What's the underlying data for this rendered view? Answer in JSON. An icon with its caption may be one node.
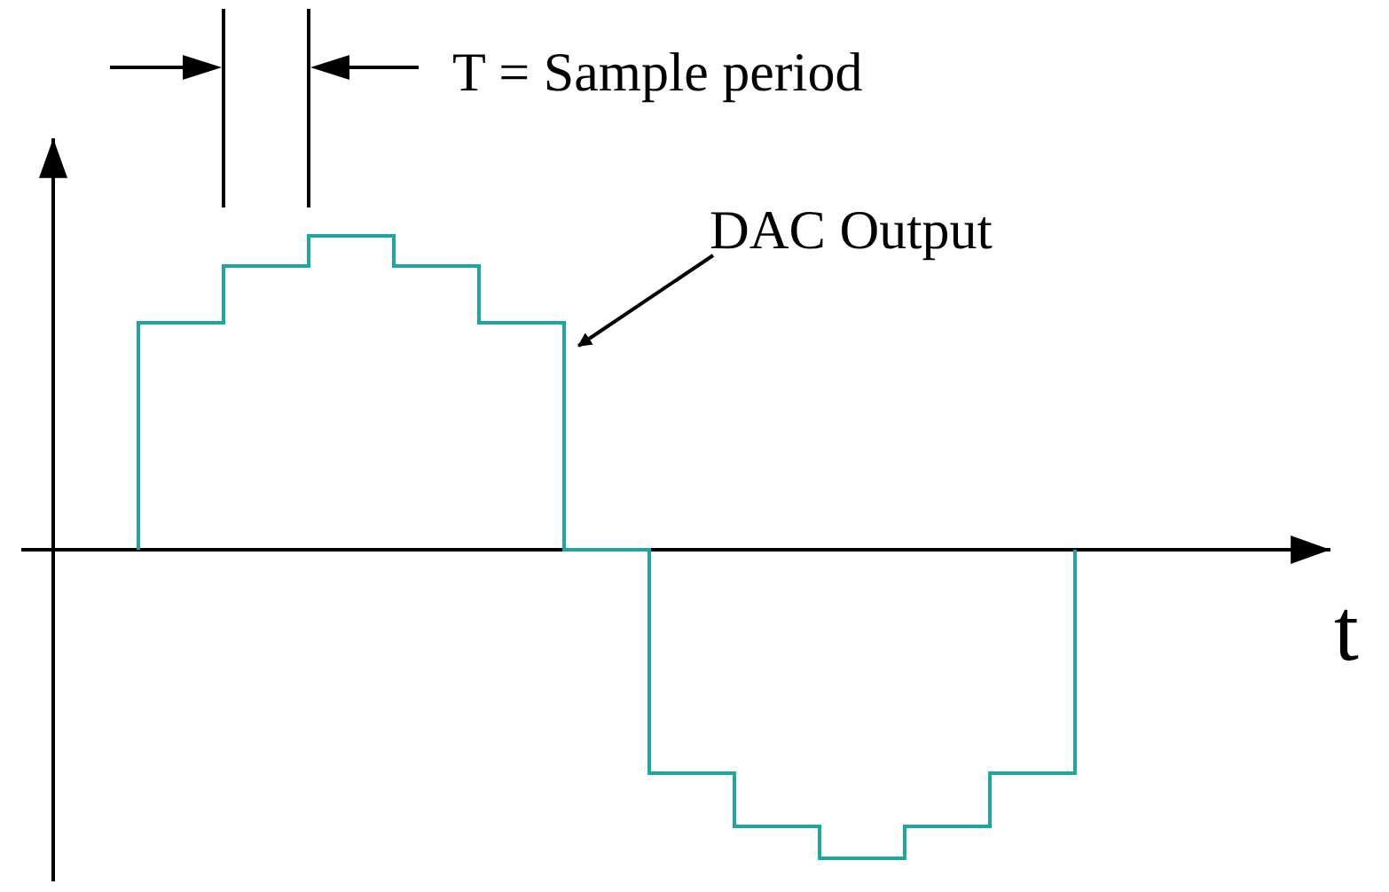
{
  "diagram": {
    "nodes": [
      {
        "text": [
          "DAC Output"
        ]
      },
      {
        "text": [],
        "shape": "picture"
      }
    ],
    "edges": [
      {
        "from": 0,
        "to": 1,
        "arrow": "to"
      }
    ],
    "labels": [
      "T = Sample period",
      "t"
    ]
  }
}
